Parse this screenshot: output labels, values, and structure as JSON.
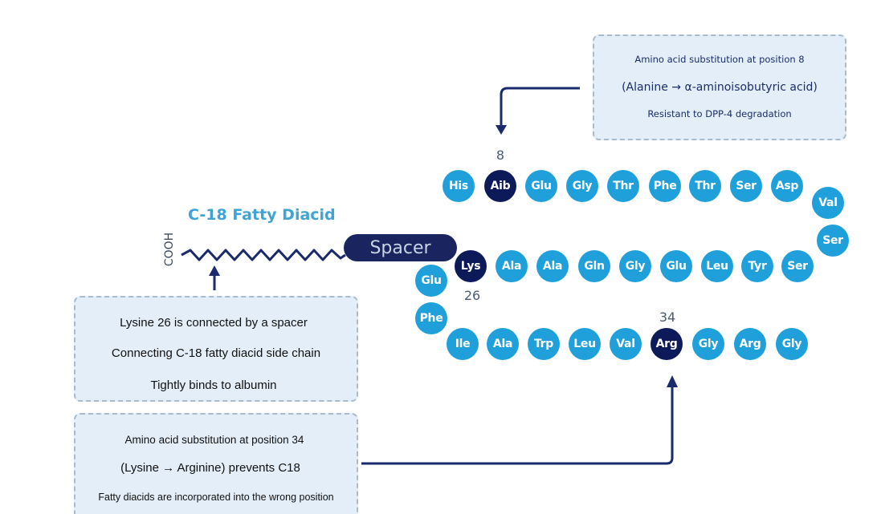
{
  "title": "C-18 Fatty Diacid",
  "cooh_label": "COOH",
  "spacer_label": "Spacer",
  "box_pos8": {
    "line1": "Amino acid substitution at position 8",
    "line2": "(Alanine → α-aminoisobutyric acid)",
    "line3": "Resistant to DPP-4 degradation"
  },
  "box_lys26": {
    "line1": "Lysine 26 is connected by a spacer",
    "line2": "Connecting C-18 fatty diacid side chain",
    "line3": "Tightly binds to albumin"
  },
  "box_pos34": {
    "line1": "Amino acid substitution at position 34",
    "line2": "(Lysine → Arginine) prevents C18",
    "line3": "Fatty diacids are incorporated into the wrong position"
  },
  "position_labels": {
    "p8": "8",
    "p26": "26",
    "p34": "34"
  },
  "residues": [
    {
      "label": "His",
      "highlight": false
    },
    {
      "label": "Aib",
      "highlight": true
    },
    {
      "label": "Glu",
      "highlight": false
    },
    {
      "label": "Gly",
      "highlight": false
    },
    {
      "label": "Thr",
      "highlight": false
    },
    {
      "label": "Phe",
      "highlight": false
    },
    {
      "label": "Thr",
      "highlight": false
    },
    {
      "label": "Ser",
      "highlight": false
    },
    {
      "label": "Asp",
      "highlight": false
    },
    {
      "label": "Val",
      "highlight": false
    },
    {
      "label": "Ser",
      "highlight": false
    },
    {
      "label": "Ser",
      "highlight": false
    },
    {
      "label": "Tyr",
      "highlight": false
    },
    {
      "label": "Leu",
      "highlight": false
    },
    {
      "label": "Glu",
      "highlight": false
    },
    {
      "label": "Gly",
      "highlight": false
    },
    {
      "label": "Gln",
      "highlight": false
    },
    {
      "label": "Ala",
      "highlight": false
    },
    {
      "label": "Ala",
      "highlight": false
    },
    {
      "label": "Lys",
      "highlight": true
    },
    {
      "label": "Glu",
      "highlight": false
    },
    {
      "label": "Phe",
      "highlight": false
    },
    {
      "label": "Ile",
      "highlight": false
    },
    {
      "label": "Ala",
      "highlight": false
    },
    {
      "label": "Trp",
      "highlight": false
    },
    {
      "label": "Leu",
      "highlight": false
    },
    {
      "label": "Val",
      "highlight": false
    },
    {
      "label": "Arg",
      "highlight": true
    },
    {
      "label": "Gly",
      "highlight": false
    },
    {
      "label": "Arg",
      "highlight": false
    },
    {
      "label": "Gly",
      "highlight": false
    }
  ],
  "colors": {
    "residue": "#1fa0db",
    "residue_highlight": "#0d1a5a",
    "arrow": "#1a2a6c",
    "title": "#3ea3d6",
    "box_bg": "#e3eef8"
  }
}
